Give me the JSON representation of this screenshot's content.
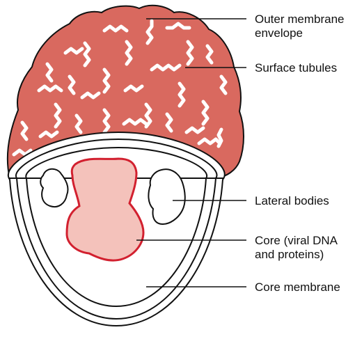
{
  "labels": {
    "outer_membrane_line1": "Outer membrane",
    "outer_membrane_line2": "envelope",
    "surface_tubules": "Surface tubules",
    "lateral_bodies": "Lateral bodies",
    "core_line1": "Core (viral DNA",
    "core_line2": "and proteins)",
    "core_membrane": "Core membrane"
  },
  "colors": {
    "envelope_fill": "#d9695f",
    "tubule": "#ffffff",
    "core_outline": "#d2202f",
    "core_fill": "#f4c2bb",
    "outline": "#111111",
    "leader": "#111111"
  }
}
